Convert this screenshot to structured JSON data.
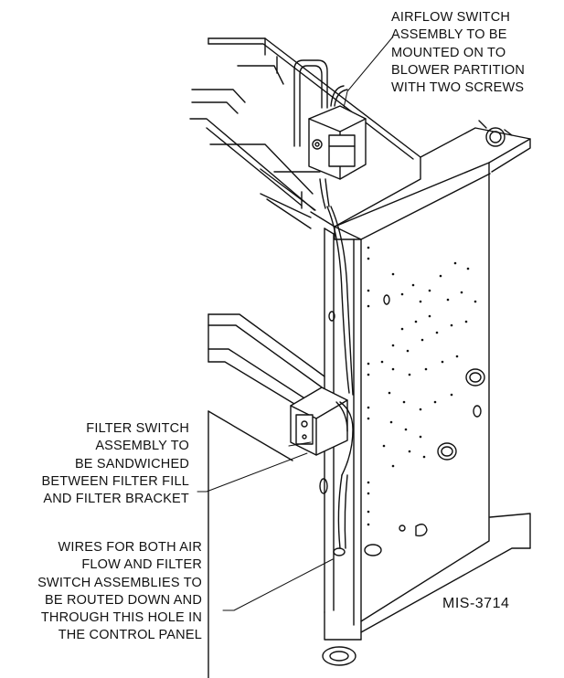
{
  "callouts": {
    "airflow": [
      "AIRFLOW SWITCH",
      "ASSEMBLY TO BE",
      "MOUNTED ON TO",
      "BLOWER PARTITION",
      "WITH TWO SCREWS"
    ],
    "filter": [
      "FILTER SWITCH",
      "ASSEMBLY TO",
      "BE SANDWICHED",
      "BETWEEN FILTER FILL",
      "AND FILTER BRACKET"
    ],
    "wires": [
      "WIRES FOR BOTH AIR",
      "FLOW AND FILTER",
      "SWITCH ASSEMBLIES TO",
      "BE ROUTED DOWN AND",
      "THROUGH THIS HOLE IN",
      "THE CONTROL PANEL"
    ]
  },
  "figure_id": "MIS-3714"
}
